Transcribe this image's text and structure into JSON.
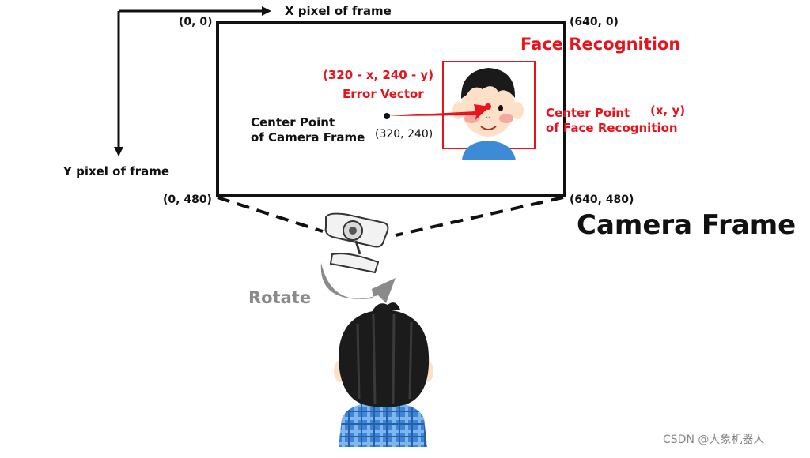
{
  "axes": {
    "x_label": "X pixel of frame",
    "y_label": "Y pixel of frame"
  },
  "corners": {
    "top_left": "(0, 0)",
    "top_right": "(640, 0)",
    "bottom_left": "(0, 480)",
    "bottom_right": "(640, 480)"
  },
  "frame": {
    "title": "Camera Frame"
  },
  "face": {
    "title": "Face Recognition",
    "center_line1": "Center Point",
    "center_line2": "of Face Recognition",
    "coords": "(x, y)"
  },
  "camera_center": {
    "line1": "Center Point",
    "line2": "of Camera Frame",
    "coords": "(320, 240)"
  },
  "error": {
    "formula": "(320 - x, 240 - y)",
    "label": "Error Vector"
  },
  "rotate_label": "Rotate",
  "watermark": "CSDN @大象机器人",
  "colors": {
    "accent_red": "#e8141c",
    "dark": "#111111",
    "rotate_gray": "#8a8a8a"
  }
}
